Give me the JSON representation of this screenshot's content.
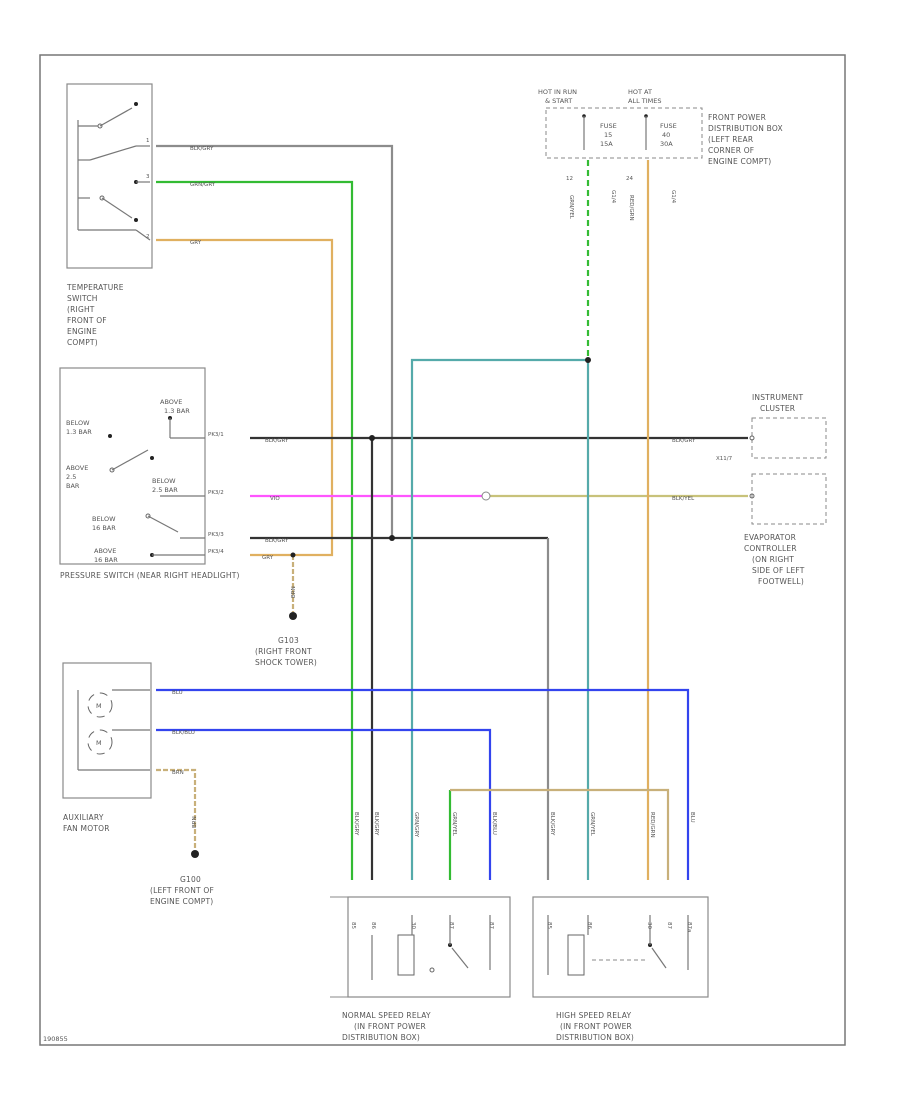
{
  "diagram_id": "190855",
  "temp_switch": {
    "caption": [
      "TEMPERATURE",
      "SWITCH",
      "(RIGHT",
      "FRONT OF",
      "ENGINE",
      "COMPT)"
    ],
    "wire_labels": [
      "BLK/GRY",
      "GRN/GRY",
      "GRY"
    ],
    "pins": [
      "1",
      "3",
      "2"
    ]
  },
  "pressure_switch": {
    "caption": "PRESSURE SWITCH (NEAR RIGHT HEADLIGHT)",
    "labels": [
      "BELOW",
      "1.3 BAR",
      "ABOVE",
      "1.3 BAR",
      "ABOVE",
      "2.5",
      "BAR",
      "BELOW",
      "2.5 BAR",
      "BELOW",
      "16 BAR",
      "ABOVE",
      "16 BAR"
    ],
    "pin_labels": [
      "PK3/1",
      "PK3/2",
      "PK3/3",
      "PK3/4"
    ],
    "wire_labels": [
      "BLK/GRY",
      "VIO",
      "BLK/GRY",
      "GRY"
    ]
  },
  "ground_right": {
    "wire": "BRN",
    "caption": [
      "G103",
      "(RIGHT FRONT",
      "SHOCK TOWER)"
    ]
  },
  "ground_left": {
    "wire": "BRN",
    "caption": [
      "G100",
      "(LEFT FRONT OF",
      "ENGINE COMPT)"
    ]
  },
  "fuse_box": {
    "hot_labels": [
      "HOT IN RUN",
      "& START",
      "HOT AT",
      "ALL TIMES"
    ],
    "fuses": [
      "FUSE",
      "15",
      "15A",
      "FUSE",
      "40",
      "30A"
    ],
    "caption": [
      "FRONT POWER",
      "DISTRIBUTION BOX",
      "(LEFT REAR",
      "CORNER OF",
      "ENGINE COMPT)"
    ],
    "pin_nums": [
      "12",
      "24"
    ],
    "wire_labels": [
      "GRN/YEL",
      "RED/GRN"
    ],
    "cable_ids": [
      "G1/4",
      "G1/4"
    ]
  },
  "instrument_cluster": {
    "caption": [
      "INSTRUMENT",
      "CLUSTER"
    ],
    "pin": "X11/7",
    "wire": "BLK/GRY"
  },
  "evaporator_controller": {
    "caption": [
      "EVAPORATOR",
      "CONTROLLER",
      "(ON RIGHT",
      "SIDE OF LEFT",
      "FOOTWELL)"
    ],
    "wire": "BLK/YEL"
  },
  "aux_fan": {
    "caption": [
      "AUXILIARY",
      "FAN MOTOR"
    ],
    "wire_labels": [
      "BLU",
      "BLK/BLU",
      "BRN"
    ],
    "motor_symbols": [
      "M",
      "M"
    ]
  },
  "normal_relay": {
    "caption": [
      "NORMAL SPEED RELAY",
      "(IN FRONT POWER",
      "DISTRIBUTION BOX)"
    ],
    "wire_labels": [
      "BLK/GRY",
      "BLK/GRY",
      "GRN/GRY",
      "GRN/YEL",
      "BLK/BLU"
    ],
    "pins": [
      "85",
      "86",
      "30",
      "87",
      "87"
    ]
  },
  "high_relay": {
    "caption": [
      "HIGH SPEED RELAY",
      "(IN FRONT POWER",
      "DISTRIBUTION BOX)"
    ],
    "wire_labels": [
      "BLK/GRY",
      "GRN/YEL",
      "RED/GRN",
      "BLU"
    ],
    "pins": [
      "85",
      "86",
      "30",
      "87",
      "87a"
    ]
  },
  "colors": {
    "gray": "#8c8c8c",
    "green": "#33bb33",
    "tan": "#e0b060",
    "pink": "#ff55ff",
    "olive": "#c8c27a",
    "blue": "#3344ee",
    "teal": "#55aaaa",
    "dark": "#333333",
    "frame": "#777777"
  }
}
